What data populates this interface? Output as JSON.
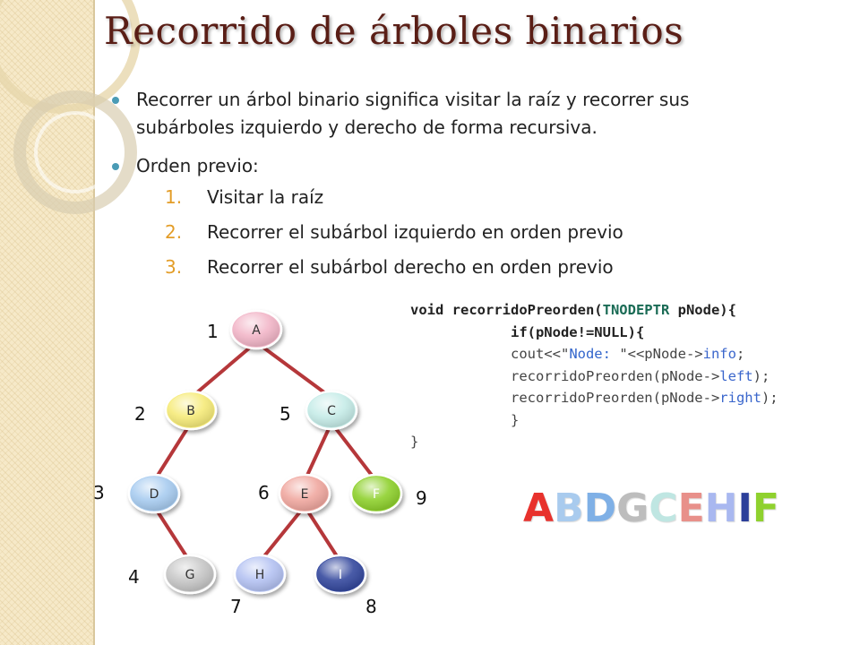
{
  "title": "Recorrido de árboles binarios",
  "bullets": [
    {
      "line1": "Recorrer un árbol binario significa visitar la raíz y recorrer sus",
      "line2": "subárboles izquierdo y derecho de forma recursiva."
    },
    {
      "line1": "Orden previo:"
    }
  ],
  "steps": [
    {
      "num": "1.",
      "text": "Visitar la raíz"
    },
    {
      "num": "2.",
      "text": "Recorrer el subárbol izquierdo en orden previo"
    },
    {
      "num": "3.",
      "text": "Recorrer el subárbol derecho en orden previo"
    }
  ],
  "code": {
    "l1_kw": "void recorridoPreorden(",
    "l1_type": "TNODEPTR",
    "l1_rest": " pNode){",
    "l2": "if(pNode!=NULL){",
    "l3_a": "cout<<\"",
    "l3_str": "Node: ",
    "l3_b": "\"<<pNode->",
    "l3_mem": "info",
    "l3_c": ";",
    "l4_a": "recorridoPreorden(pNode->",
    "l4_mem": "left",
    "l4_c": ");",
    "l5_a": "recorridoPreorden(pNode->",
    "l5_mem": "right",
    "l5_c": ");",
    "l6": "}",
    "l7": "}"
  },
  "result_letters": [
    {
      "ch": "A",
      "color": "#e8322d"
    },
    {
      "ch": "B",
      "color": "#a9cbee"
    },
    {
      "ch": "D",
      "color": "#7fb0e6"
    },
    {
      "ch": "G",
      "color": "#bdbdbd"
    },
    {
      "ch": "C",
      "color": "#bfe6e2"
    },
    {
      "ch": "E",
      "color": "#e8908a"
    },
    {
      "ch": "H",
      "color": "#a9b8f0"
    },
    {
      "ch": "I",
      "color": "#2b3f9a"
    },
    {
      "ch": "F",
      "color": "#8fd12e"
    }
  ],
  "tree": {
    "nodes": [
      {
        "id": "A",
        "label": "A",
        "fill": "#f2b6c8",
        "text": "#333333"
      },
      {
        "id": "B",
        "label": "B",
        "fill": "#f6eb7a",
        "text": "#333333"
      },
      {
        "id": "C",
        "label": "C",
        "fill": "#c6ece8",
        "text": "#333333"
      },
      {
        "id": "D",
        "label": "D",
        "fill": "#a8ccf0",
        "text": "#333333"
      },
      {
        "id": "E",
        "label": "E",
        "fill": "#f0a8a0",
        "text": "#333333"
      },
      {
        "id": "F",
        "label": "F",
        "fill": "#8fd12e",
        "text": "#ffffff"
      },
      {
        "id": "G",
        "label": "G",
        "fill": "#c7c7c7",
        "text": "#333333"
      },
      {
        "id": "H",
        "label": "H",
        "fill": "#b4c2f2",
        "text": "#333333"
      },
      {
        "id": "I",
        "label": "I",
        "fill": "#34489e",
        "text": "#ffffff"
      }
    ],
    "edges": [
      [
        "A",
        "B"
      ],
      [
        "A",
        "C"
      ],
      [
        "B",
        "D"
      ],
      [
        "C",
        "E"
      ],
      [
        "C",
        "F"
      ],
      [
        "D",
        "G"
      ],
      [
        "E",
        "H"
      ],
      [
        "E",
        "I"
      ]
    ],
    "edge_color": "#b5373a",
    "order_labels": [
      "1",
      "2",
      "5",
      "3",
      "6",
      "9",
      "4",
      "7",
      "8"
    ]
  }
}
